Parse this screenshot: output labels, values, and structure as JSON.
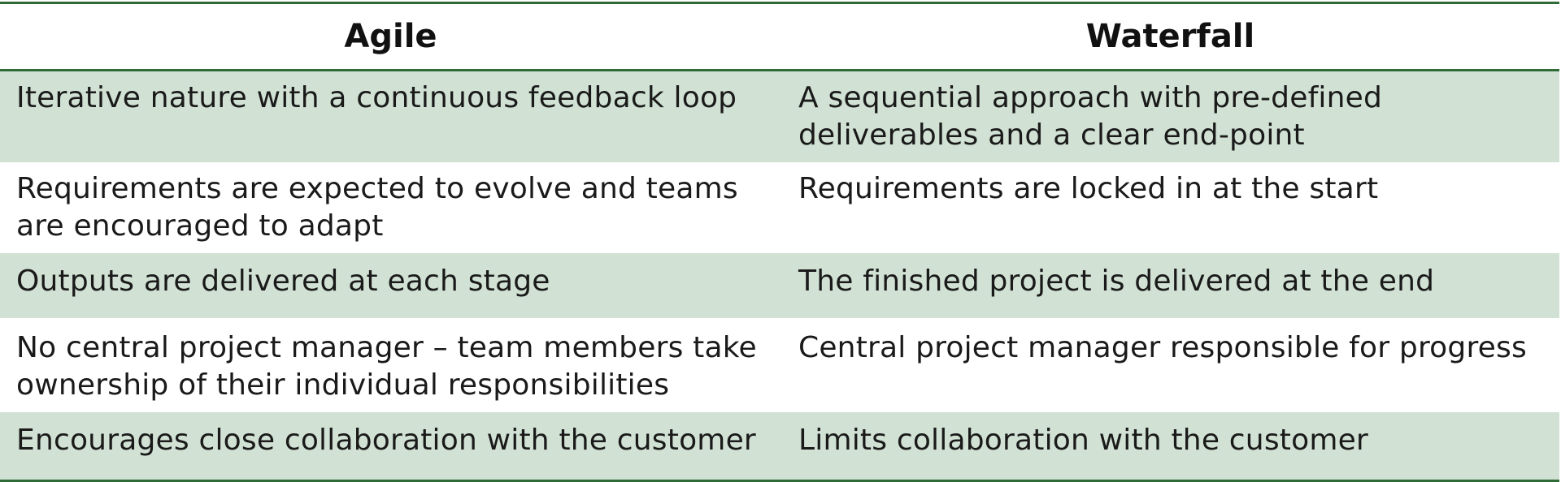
{
  "table": {
    "headers": [
      "Agile",
      "Waterfall"
    ],
    "rows": [
      {
        "agile": "Iterative nature with a continuous feedback loop",
        "waterfall": "A sequential approach with pre-defined deliverables and a clear end-point"
      },
      {
        "agile": "Requirements are expected to evolve and teams are encouraged to adapt",
        "waterfall": "Requirements are locked in at the start"
      },
      {
        "agile": "Outputs are delivered at each stage",
        "waterfall": "The finished project is delivered at the end"
      },
      {
        "agile": "No central project manager – team members take ownership of their individual responsibilities",
        "waterfall": "Central project manager responsible for progress"
      },
      {
        "agile": "Encourages close collaboration with the customer",
        "waterfall": "Limits collaboration with the customer"
      }
    ]
  },
  "colors": {
    "rule": "#2e6b36",
    "shaded_row": "#d1e2d4",
    "plain_row": "#ffffff",
    "text": "#1a1a1a"
  }
}
